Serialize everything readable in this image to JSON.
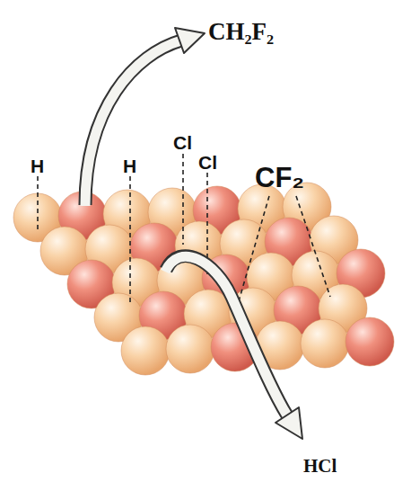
{
  "diagram": {
    "labels": [
      "CH₂F₂",
      "H",
      "H",
      "Cl",
      "Cl",
      "CF₂",
      "HCl"
    ]
  }
}
